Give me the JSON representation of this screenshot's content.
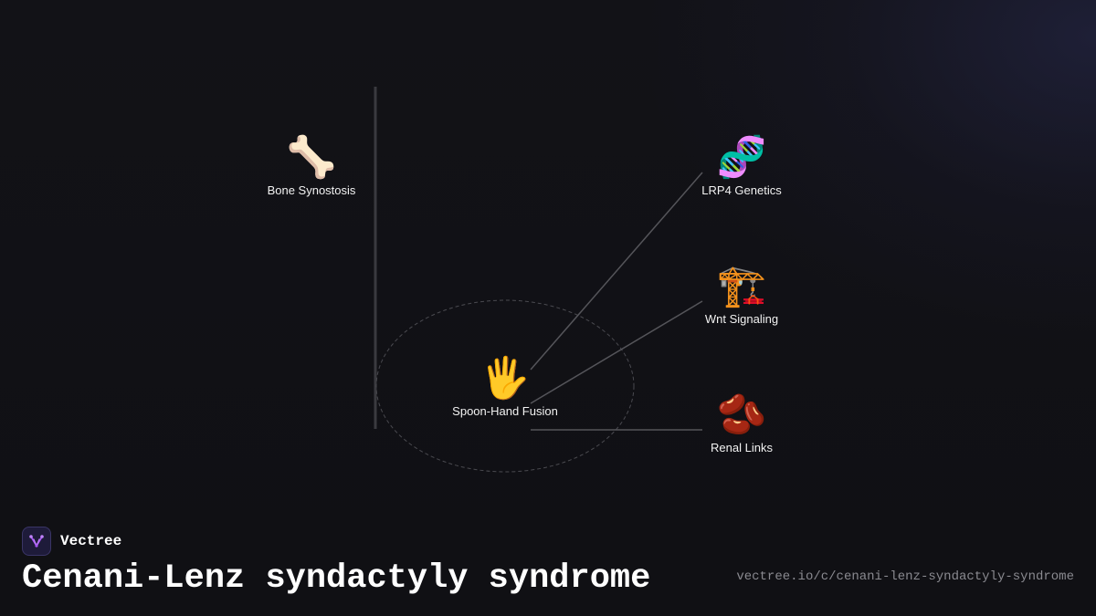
{
  "diagram": {
    "nodes": [
      {
        "id": "bone",
        "emoji": "🦴",
        "label": "Bone Synostosis"
      },
      {
        "id": "lrp4",
        "emoji": "🧬",
        "label": "LRP4 Genetics"
      },
      {
        "id": "wnt",
        "emoji": "🏗️",
        "label": "Wnt Signaling"
      },
      {
        "id": "center",
        "emoji": "🖐️",
        "label": "Spoon-Hand Fusion"
      },
      {
        "id": "renal",
        "emoji": "🫘",
        "label": "Renal Links"
      }
    ],
    "edges": [
      {
        "from": "center",
        "to": "lrp4"
      },
      {
        "from": "center",
        "to": "wnt"
      },
      {
        "from": "center",
        "to": "renal"
      }
    ]
  },
  "footer": {
    "brand_name": "Vectree",
    "title": "Cenani-Lenz syndactyly syndrome",
    "url": "vectree.io/c/cenani-lenz-syndactyly-syndrome"
  },
  "colors": {
    "background": "#111115",
    "edge": "#55555a",
    "brand_accent": "#a855f7"
  }
}
